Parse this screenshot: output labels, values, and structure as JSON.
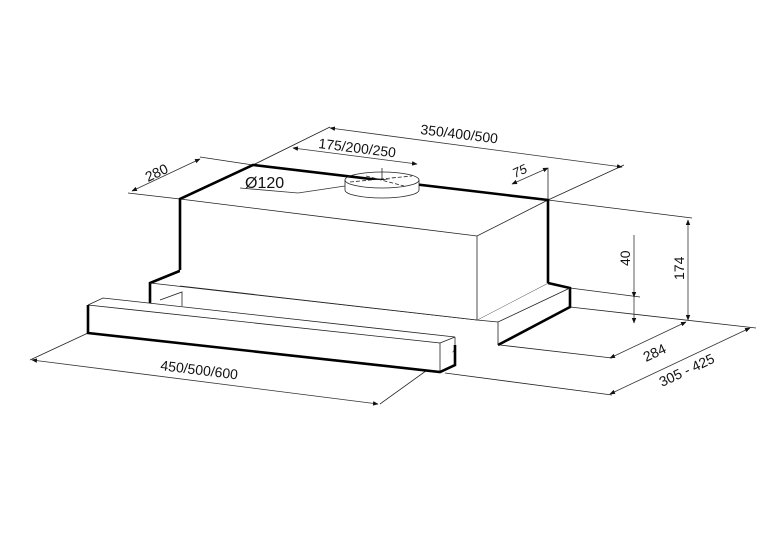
{
  "diagram": {
    "type": "technical dimension drawing",
    "dimensions": {
      "duct_diameter": "Ø120",
      "depth_top": "280",
      "width_body": "350/400/500",
      "duct_offset": "175/200/250",
      "duct_back_offset": "75",
      "tray_height": "40",
      "total_height": "174",
      "depth_base": "284",
      "depth_extended": "305 - 425",
      "front_width": "450/500/600"
    }
  }
}
